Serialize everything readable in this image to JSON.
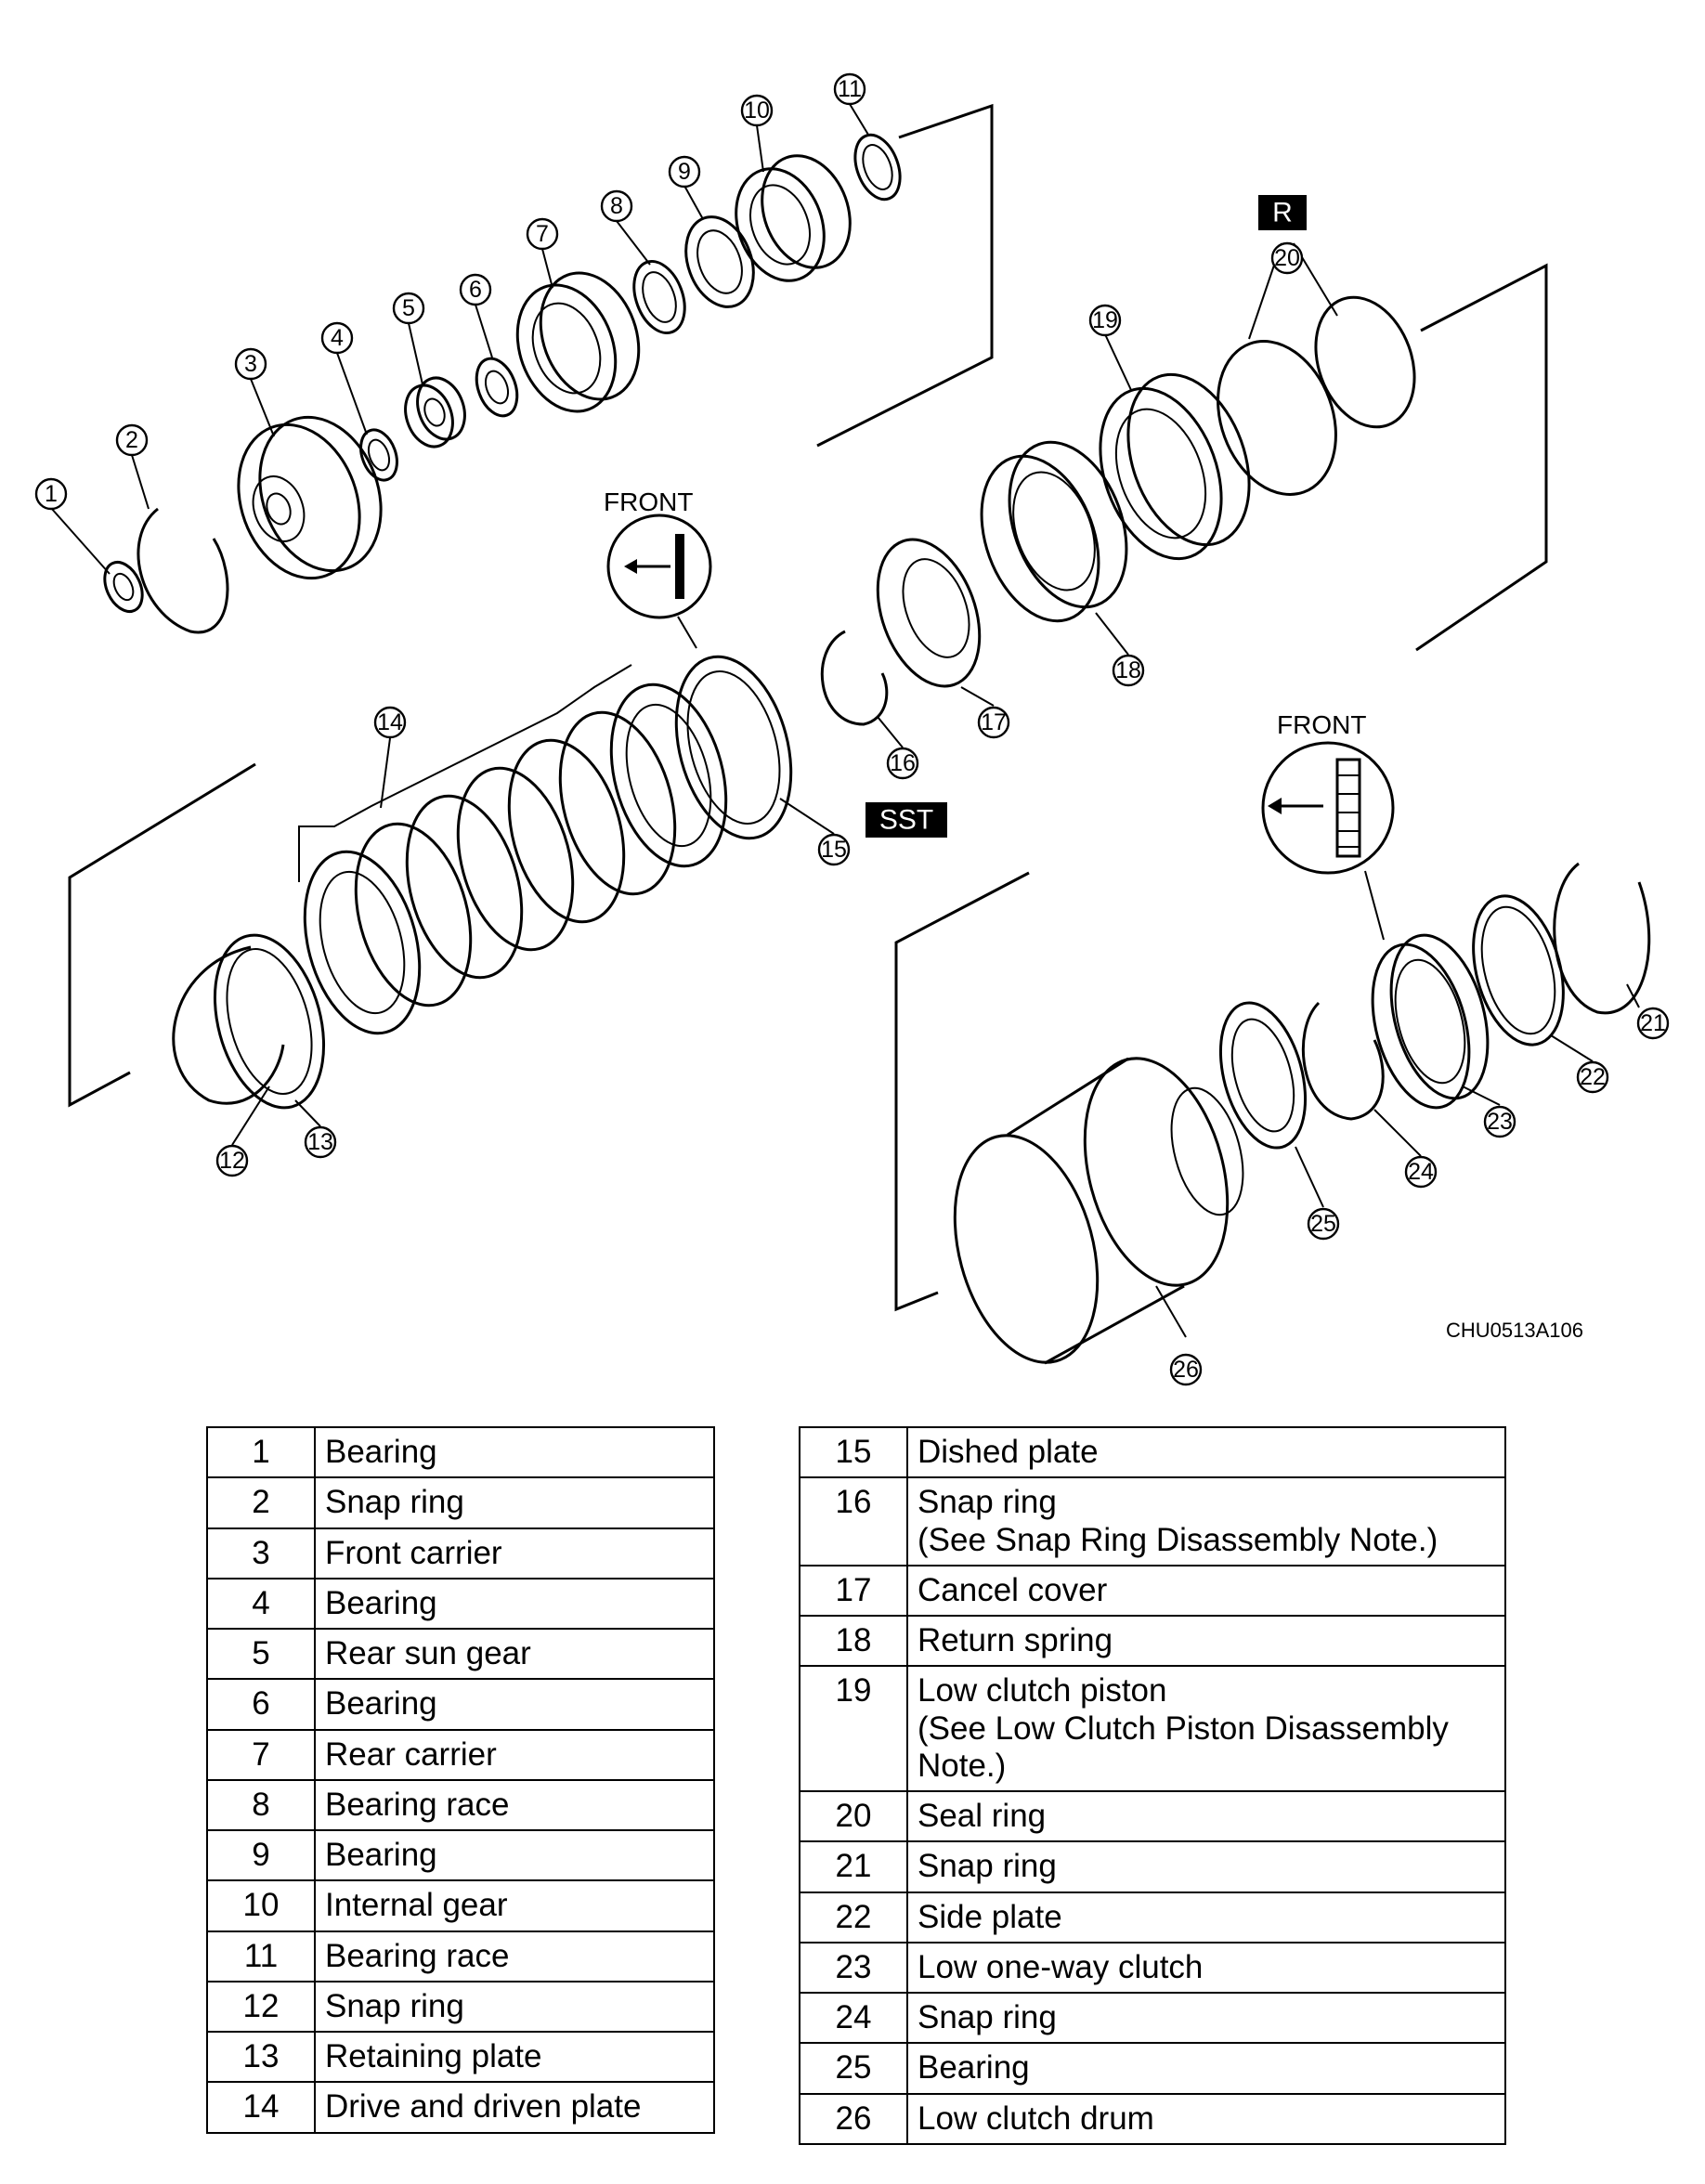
{
  "labels": {
    "front_upper": "FRONT",
    "front_lower": "FRONT",
    "tag_r": "R",
    "tag_sst": "SST",
    "image_code": "CHU0513A106"
  },
  "callouts": [
    "1",
    "2",
    "3",
    "4",
    "5",
    "6",
    "7",
    "8",
    "9",
    "10",
    "11",
    "12",
    "13",
    "14",
    "15",
    "16",
    "17",
    "18",
    "19",
    "20",
    "21",
    "22",
    "23",
    "24",
    "25",
    "26"
  ],
  "parts_left": [
    {
      "num": "1",
      "name": "Bearing"
    },
    {
      "num": "2",
      "name": "Snap ring"
    },
    {
      "num": "3",
      "name": "Front carrier"
    },
    {
      "num": "4",
      "name": "Bearing"
    },
    {
      "num": "5",
      "name": "Rear sun gear"
    },
    {
      "num": "6",
      "name": "Bearing"
    },
    {
      "num": "7",
      "name": "Rear carrier"
    },
    {
      "num": "8",
      "name": "Bearing race"
    },
    {
      "num": "9",
      "name": "Bearing"
    },
    {
      "num": "10",
      "name": "Internal gear"
    },
    {
      "num": "11",
      "name": "Bearing race"
    },
    {
      "num": "12",
      "name": "Snap ring"
    },
    {
      "num": "13",
      "name": "Retaining plate"
    },
    {
      "num": "14",
      "name": "Drive and driven plate"
    }
  ],
  "parts_right": [
    {
      "num": "15",
      "name": "Dished plate"
    },
    {
      "num": "16",
      "name": "Snap ring\n(See Snap Ring Disassembly Note.)"
    },
    {
      "num": "17",
      "name": "Cancel cover"
    },
    {
      "num": "18",
      "name": "Return spring"
    },
    {
      "num": "19",
      "name": "Low clutch piston\n(See Low Clutch Piston Disassembly\nNote.)"
    },
    {
      "num": "20",
      "name": "Seal ring"
    },
    {
      "num": "21",
      "name": "Snap ring"
    },
    {
      "num": "22",
      "name": "Side plate"
    },
    {
      "num": "23",
      "name": "Low one-way clutch"
    },
    {
      "num": "24",
      "name": "Snap ring"
    },
    {
      "num": "25",
      "name": "Bearing"
    },
    {
      "num": "26",
      "name": "Low clutch drum"
    }
  ]
}
